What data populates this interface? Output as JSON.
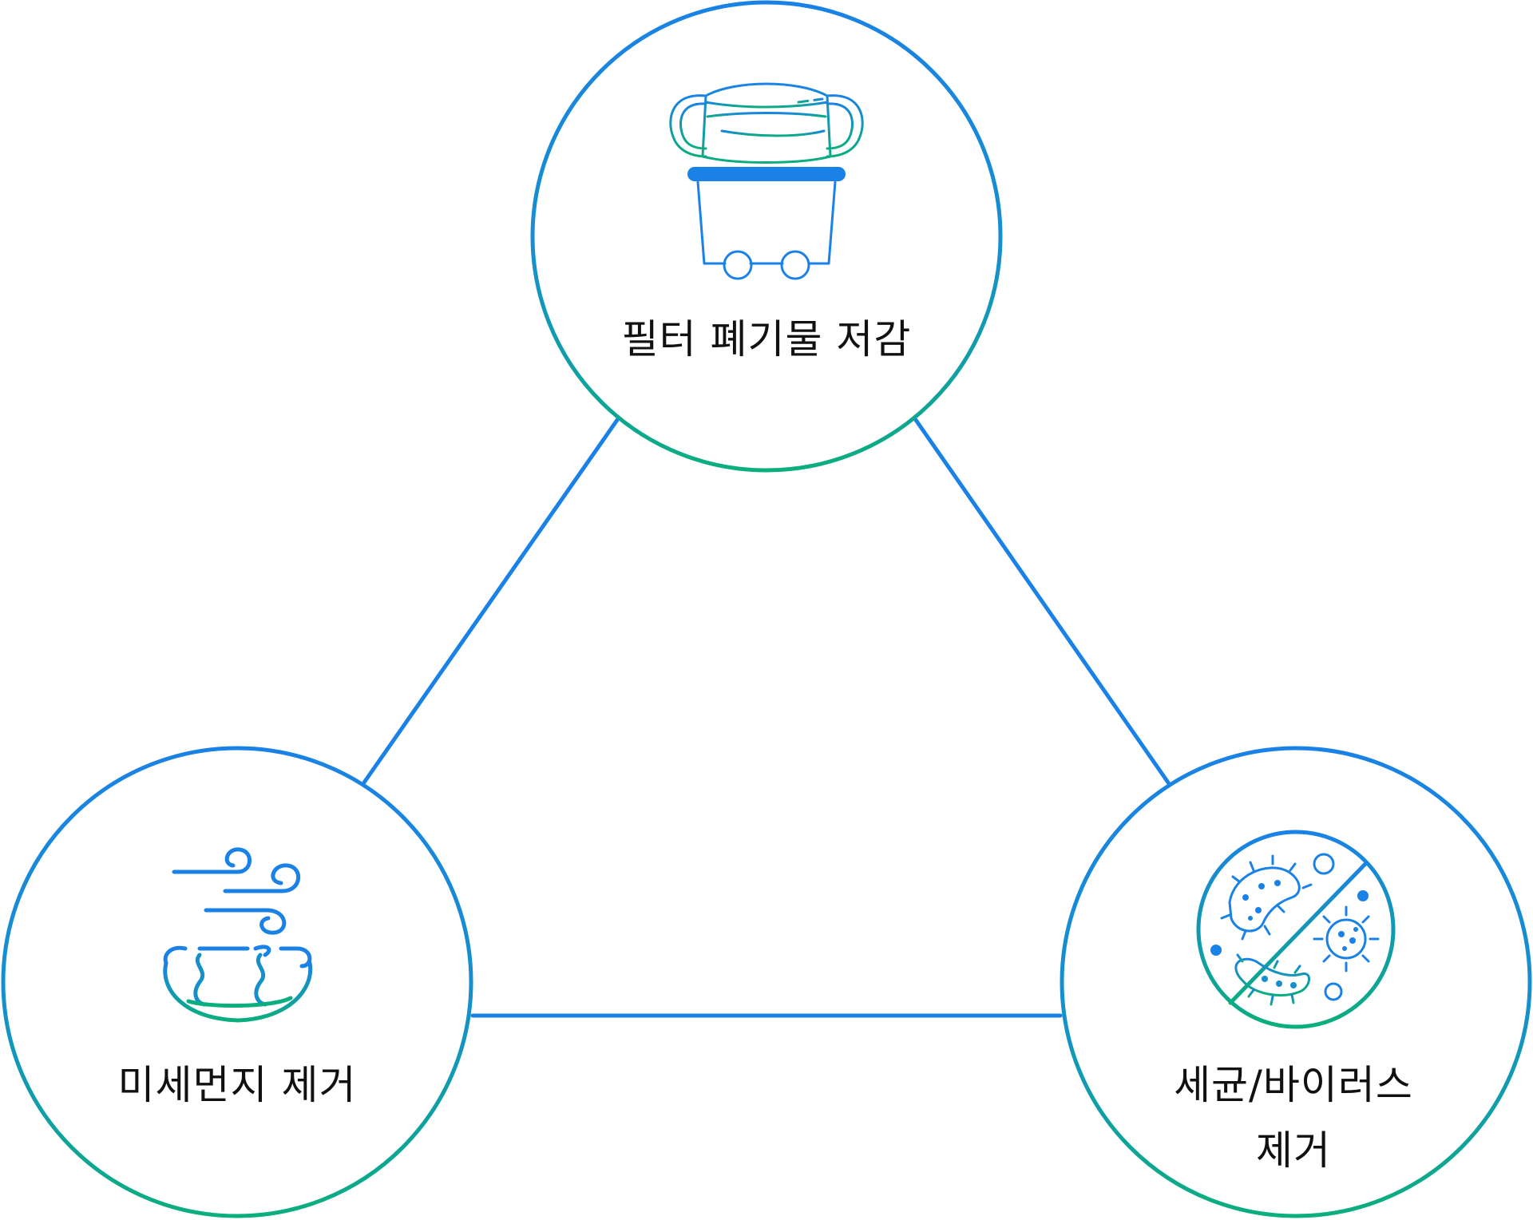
{
  "colors": {
    "blue": "#1A82E6",
    "green": "#0BAE7E",
    "text": "#111111"
  },
  "nodes": [
    {
      "id": "top",
      "icon": "mask-on-trash-cart-icon",
      "label": [
        "필터 폐기물 저감"
      ]
    },
    {
      "id": "left",
      "icon": "fine-dust-wind-icon",
      "label": [
        "미세먼지 제거"
      ]
    },
    {
      "id": "right",
      "icon": "no-bacteria-virus-icon",
      "label": [
        "세균/바이러스",
        "제거"
      ]
    }
  ]
}
